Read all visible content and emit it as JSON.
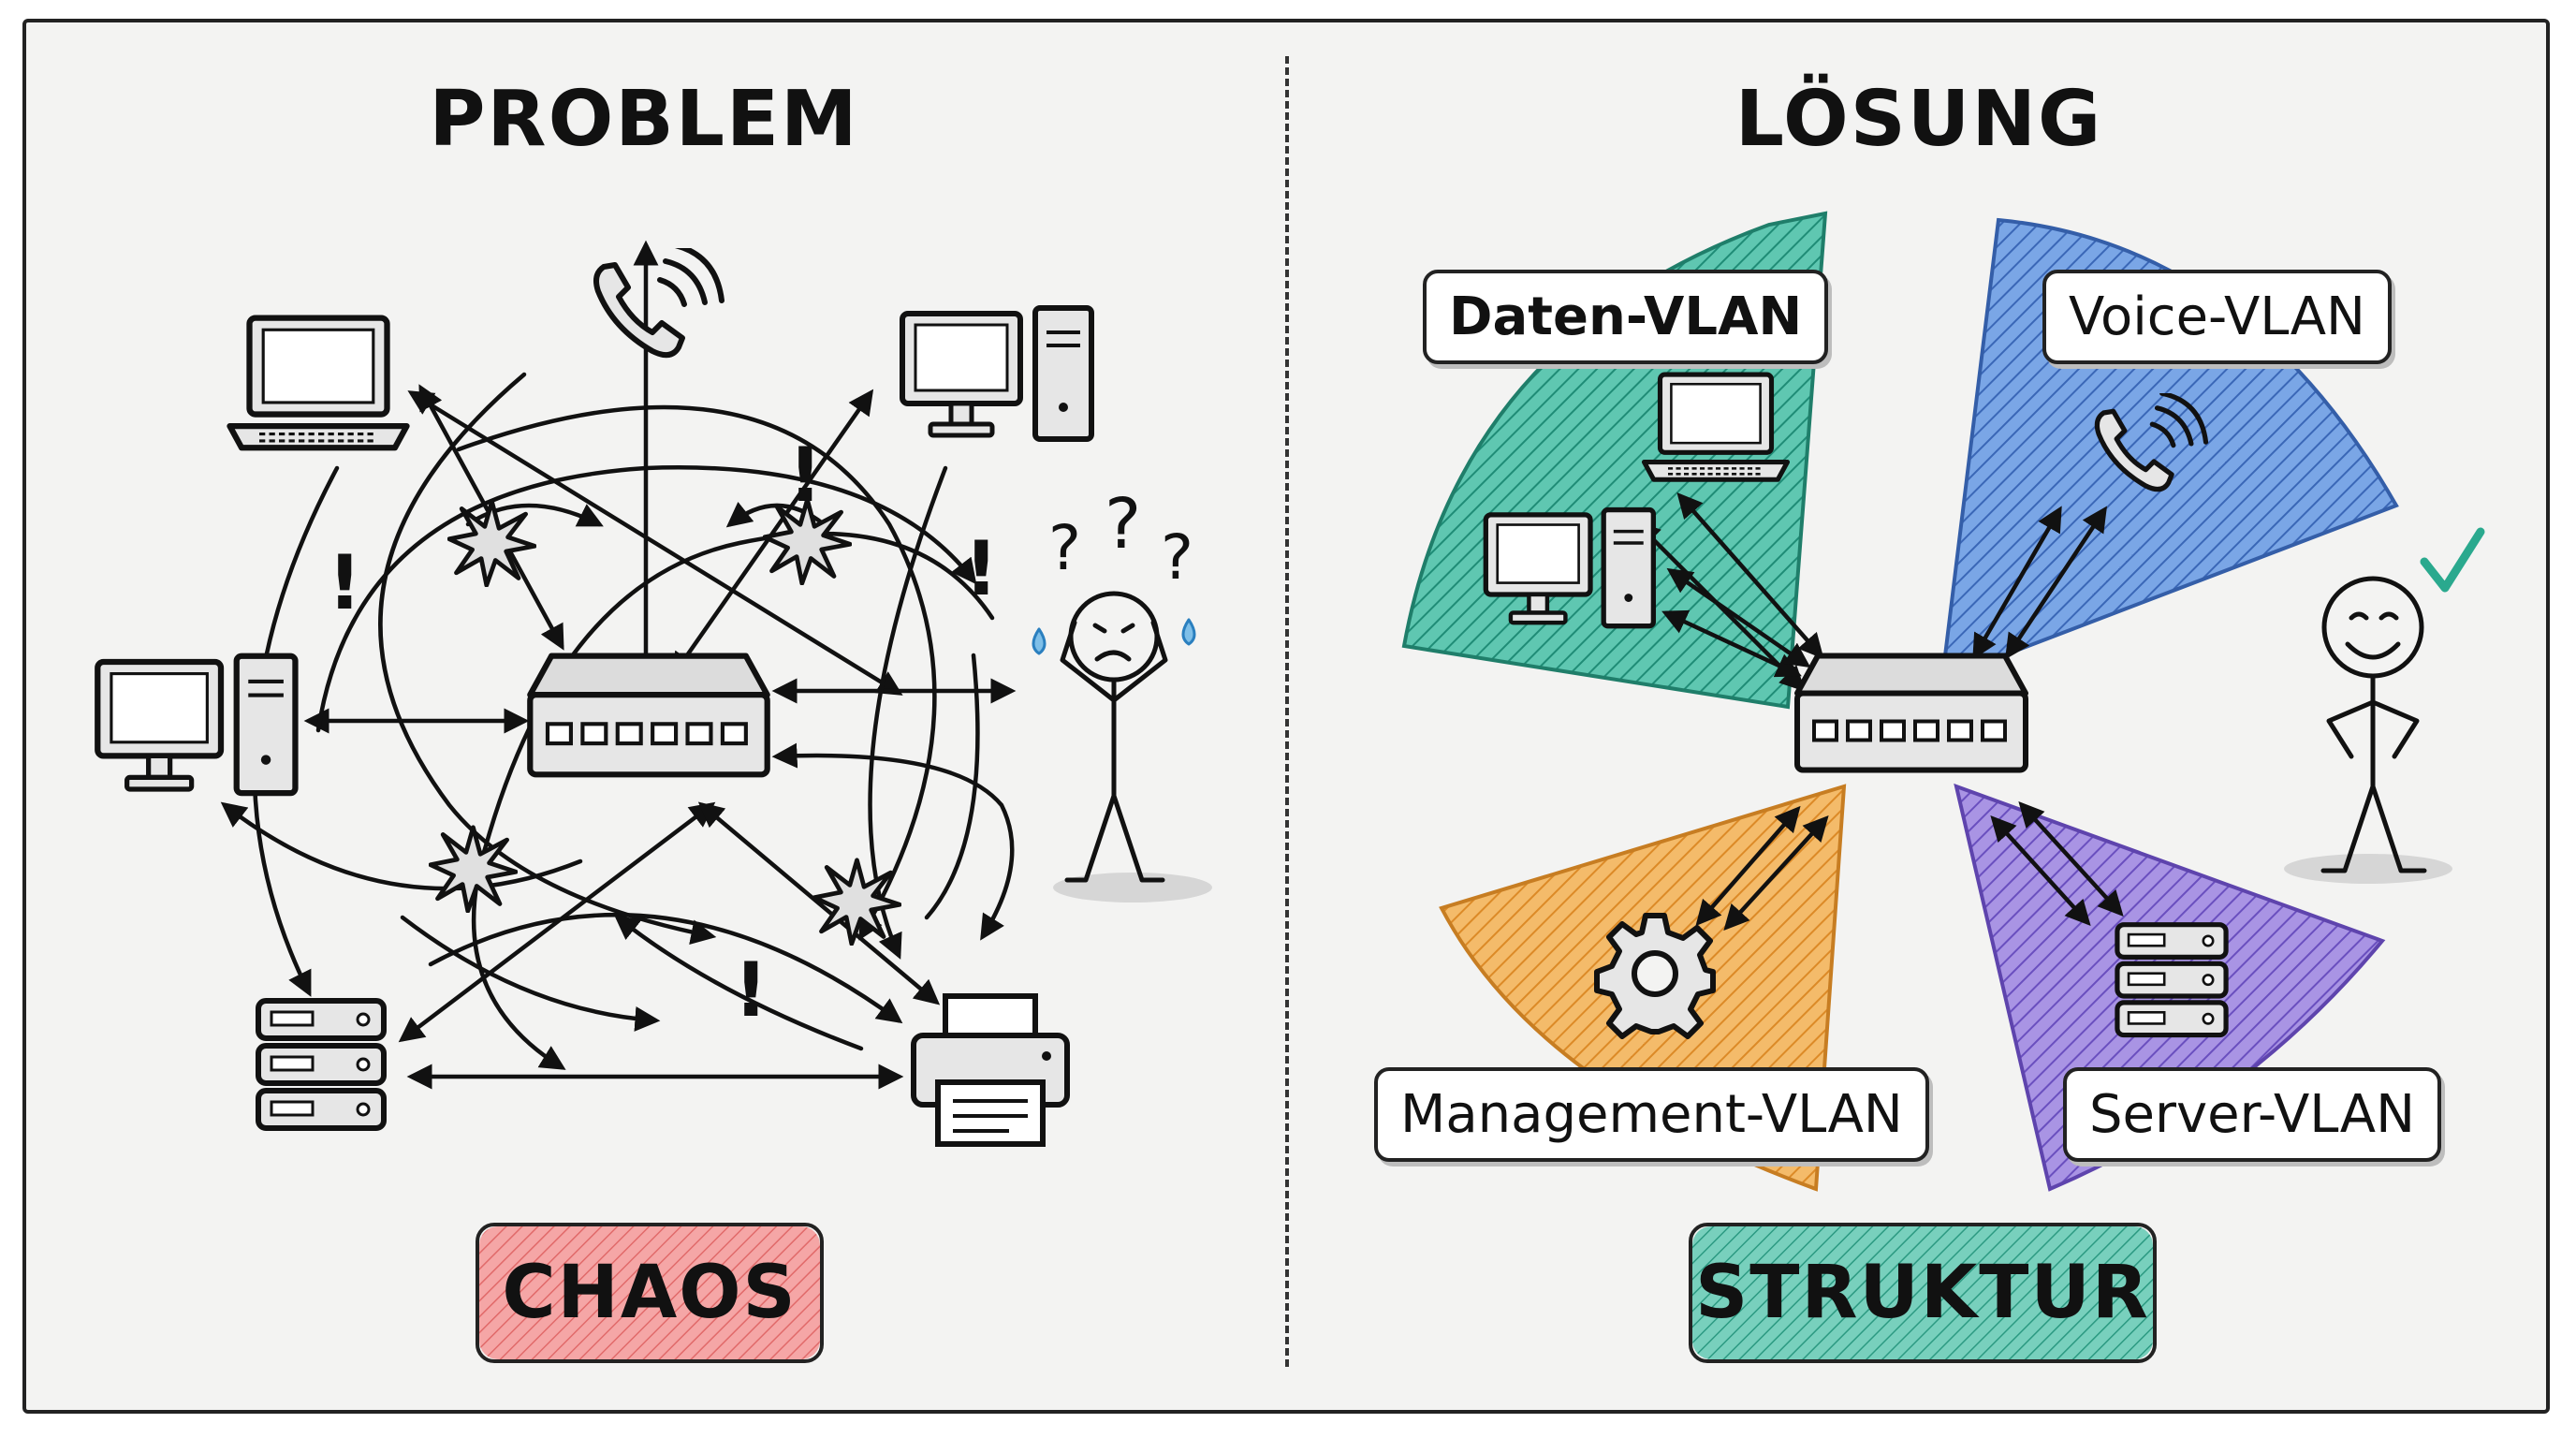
{
  "problem": {
    "title": "PROBLEM",
    "tag": "CHAOS",
    "tag_color": "#f07f7f",
    "question_marks": [
      "?",
      "?",
      "?"
    ],
    "alerts": [
      "!",
      "!",
      "!",
      "!"
    ]
  },
  "solution": {
    "title": "LÖSUNG",
    "tag": "STRUKTUR",
    "tag_color": "#3fb39c",
    "vlans": [
      {
        "label": "Daten-VLAN",
        "color": "#2fae94"
      },
      {
        "label": "Voice-VLAN",
        "color": "#4a7fd0"
      },
      {
        "label": "Management-VLAN",
        "color": "#f0a440"
      },
      {
        "label": "Server-VLAN",
        "color": "#8a6fd2"
      }
    ]
  },
  "icons": [
    "laptop-icon",
    "desktop-icon",
    "phone-icon",
    "server-icon",
    "printer-icon",
    "switch-icon",
    "gear-icon",
    "stickman-stressed",
    "stickman-happy",
    "checkmark-icon",
    "explosion-icon"
  ]
}
